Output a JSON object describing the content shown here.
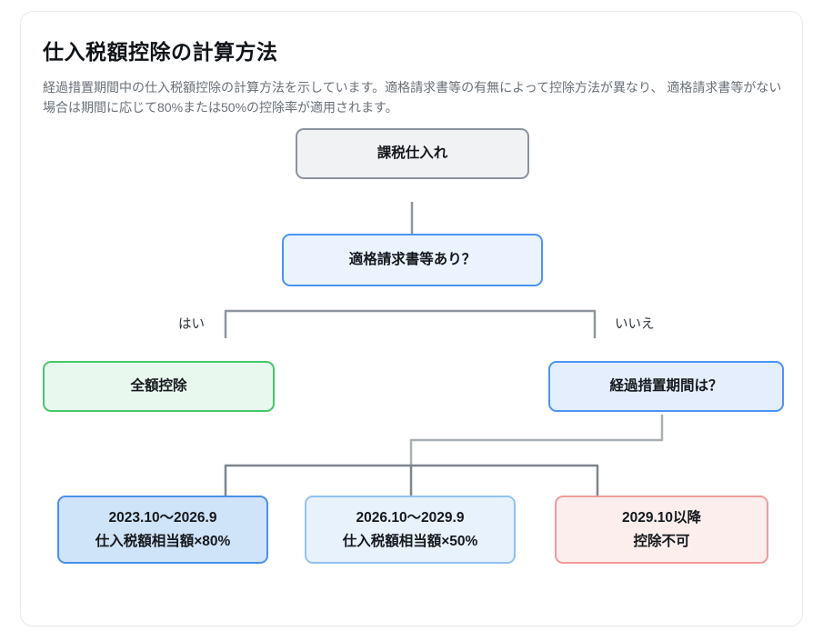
{
  "header": {
    "title": "仕入税額控除の計算方法",
    "description": "経過措置期間中の仕入税額控除の計算方法を示しています。適格請求書等の有無によって控除方法が異なり、 適格請求書等がない場合は期間に応じて80%または50%の控除率が適用されます。"
  },
  "flowchart": {
    "nodes": {
      "taxable_purchase": {
        "label": "課税仕入れ"
      },
      "has_invoice": {
        "label": "適格請求書等あり？"
      },
      "full_deduction": {
        "label": "全額控除"
      },
      "transition_period": {
        "label": "経過措置期間は？"
      },
      "period_80": {
        "line1": "2023.10〜2026.9",
        "line2": "仕入税額相当額×80%"
      },
      "period_50": {
        "line1": "2026.10〜2029.9",
        "line2": "仕入税額相当額×50%"
      },
      "period_none": {
        "line1": "2029.10以降",
        "line2": "控除不可"
      }
    },
    "edge_labels": {
      "yes": "はい",
      "no": "いいえ"
    },
    "colors": {
      "gray_fill": "#f1f2f4",
      "gray_border": "#8b939e",
      "blue_fill": "#eaf3fe",
      "blue_border": "#4a94f2",
      "blue_deep_fill": "#cfe3f9",
      "blue_deep_border": "#4a90e8",
      "blue_soft_fill": "#e8f2fd",
      "blue_soft_border": "#93c2f0",
      "green_fill": "#e9f8ef",
      "green_border": "#45c86a",
      "red_fill": "#fdeeee",
      "red_border": "#f09b9b",
      "connector_gray": "#8f969f"
    }
  }
}
